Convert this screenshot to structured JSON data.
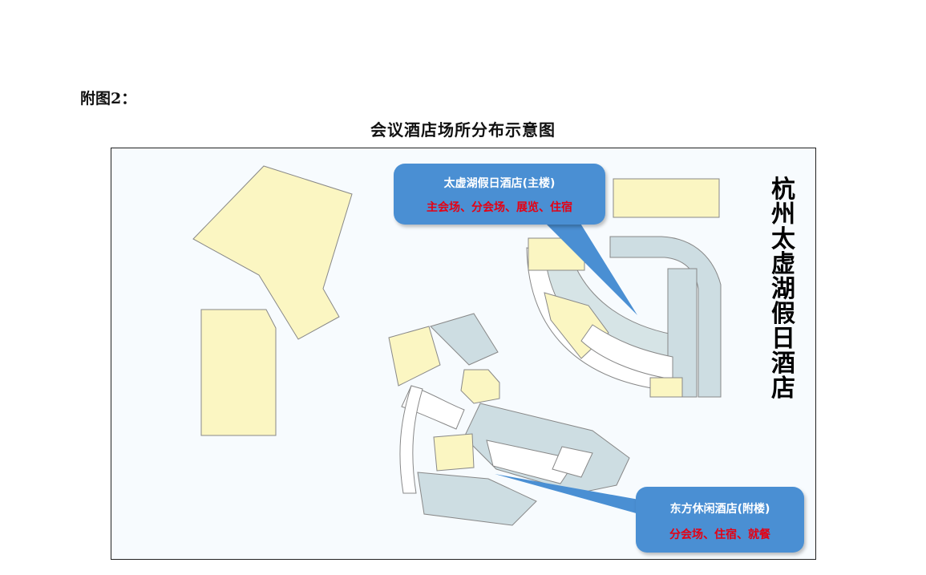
{
  "page": {
    "attachment_label": "附图2：",
    "title": "会议酒店场所分布示意图"
  },
  "map": {
    "hotel_name_vertical": "杭州太虚湖假日酒店",
    "callouts": {
      "main_building": {
        "title": "太虚湖假日酒店(主楼)",
        "uses": "主会场、分会场、展览、住宿"
      },
      "annex_building": {
        "title": "东方休闲酒店(附楼)",
        "uses": "分会场、住宿、就餐"
      }
    }
  },
  "colors": {
    "callout_fill": "#4a8fd3",
    "callout_title_text": "#ffffff",
    "callout_use_text": "#e60012",
    "building_fill": "#fbf6c2",
    "room_fill": "#cddde2",
    "map_background": "#f7fbfe"
  }
}
